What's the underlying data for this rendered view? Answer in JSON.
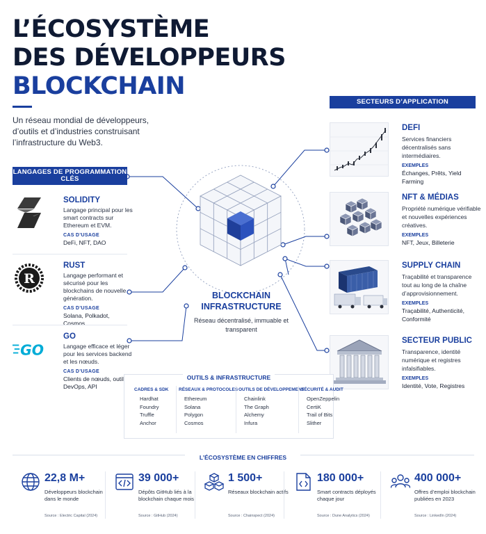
{
  "header": {
    "title_line1": "L’ÉCOSYSTÈME",
    "title_line2": "DES DÉVELOPPEURS",
    "title_line3": "BLOCKCHAIN",
    "intro": "Un réseau mondial de développeurs, d’outils et d’industries construisant l’infrastructure du Web3."
  },
  "languages": {
    "heading": "LANGAGES DE PROGRAMMATION CLÉS",
    "use_case_label": "CAS D’USAGE",
    "items": [
      {
        "name": "SOLIDITY",
        "desc": "Langage principal pour les smart contracts sur Ethereum et EVM.",
        "use_cases": "DeFi, NFT, DAO",
        "icon": "solidity-icon"
      },
      {
        "name": "RUST",
        "desc": "Langage performant et sécurisé pour les blockchains de nouvelle génération.",
        "use_cases": "Solana, Polkadot, Cosmos",
        "icon": "rust-icon"
      },
      {
        "name": "GO",
        "desc": "Langage efficace et léger pour les services backend et les nœuds.",
        "use_cases": "Clients de nœuds, outils DevOps, API",
        "icon": "go-icon",
        "logo_text": "GO"
      }
    ]
  },
  "center": {
    "title": "BLOCKCHAIN INFRASTRUCTURE",
    "desc": "Réseau décentralisé, immuable et transparent"
  },
  "sectors": {
    "heading": "SECTEURS D’APPLICATION",
    "examples_label": "EXEMPLES",
    "items": [
      {
        "name": "DEFI",
        "desc": "Services financiers décentralisés sans intermédiaires.",
        "examples": "Échanges, Prêts, Yield Farming",
        "icon": "candlestick-chart-icon"
      },
      {
        "name": "NFT & MÉDIAS",
        "desc": "Propriété numérique vérifiable et nouvelles expériences créatives.",
        "examples": "NFT, Jeux, Billeterie",
        "icon": "cubes-icon"
      },
      {
        "name": "SUPPLY CHAIN",
        "desc": "Traçabilité et transparence tout au long de la chaîne d’approvisionnement.",
        "examples": "Traçabilité, Authenticité, Conformité",
        "icon": "container-truck-icon"
      },
      {
        "name": "SECTEUR PUBLIC",
        "desc": "Transparence, identité numérique et registres infalsifiables.",
        "examples": "Identité, Vote, Registres",
        "icon": "government-building-icon"
      }
    ]
  },
  "tools": {
    "heading": "OUTILS & INFRASTRUCTURE",
    "columns": [
      {
        "title": "CADRES & SDK",
        "items": [
          "Hardhat",
          "Foundry",
          "Truffle",
          "Anchor"
        ]
      },
      {
        "title": "RÉSEAUX & PROTOCOLES",
        "items": [
          "Ethereum",
          "Solana",
          "Polygon",
          "Cosmos"
        ]
      },
      {
        "title": "OUTILS DE DÉVELOPPEMENT",
        "items": [
          "Chainlink",
          "The Graph",
          "Alchemy",
          "Infura"
        ]
      },
      {
        "title": "SÉCURITÉ & AUDIT",
        "items": [
          "OpenZeppelin",
          "CertiK",
          "Trail of Bits",
          "Slither"
        ]
      }
    ]
  },
  "stats": {
    "heading": "L’ÉCOSYSTÈME EN CHIFFRES",
    "items": [
      {
        "value": "22,8 M+",
        "label": "Développeurs blockchain dans le monde",
        "source": "Source : Electric Capital (2024)",
        "icon": "globe-icon"
      },
      {
        "value": "39 000+",
        "label": "Dépôts GitHub liés à la blockchain chaque mois",
        "source": "Source : GitHub (2024)",
        "icon": "code-window-icon"
      },
      {
        "value": "1 500+",
        "label": "Réseaux blockchain actifs",
        "source": "Source : Chainspect (2024)",
        "icon": "cubes-network-icon"
      },
      {
        "value": "180 000+",
        "label": "Smart contracts déployés chaque jour",
        "source": "Source : Dune Analytics (2024)",
        "icon": "code-document-icon"
      },
      {
        "value": "400 000+",
        "label": "Offres d’emploi blockchain publiées en 2023",
        "source": "Source : LinkedIn (2024)",
        "icon": "people-icon"
      }
    ]
  },
  "colors": {
    "accent": "#1a3f9e",
    "dark": "#0f1a33",
    "text": "#2a3345"
  }
}
